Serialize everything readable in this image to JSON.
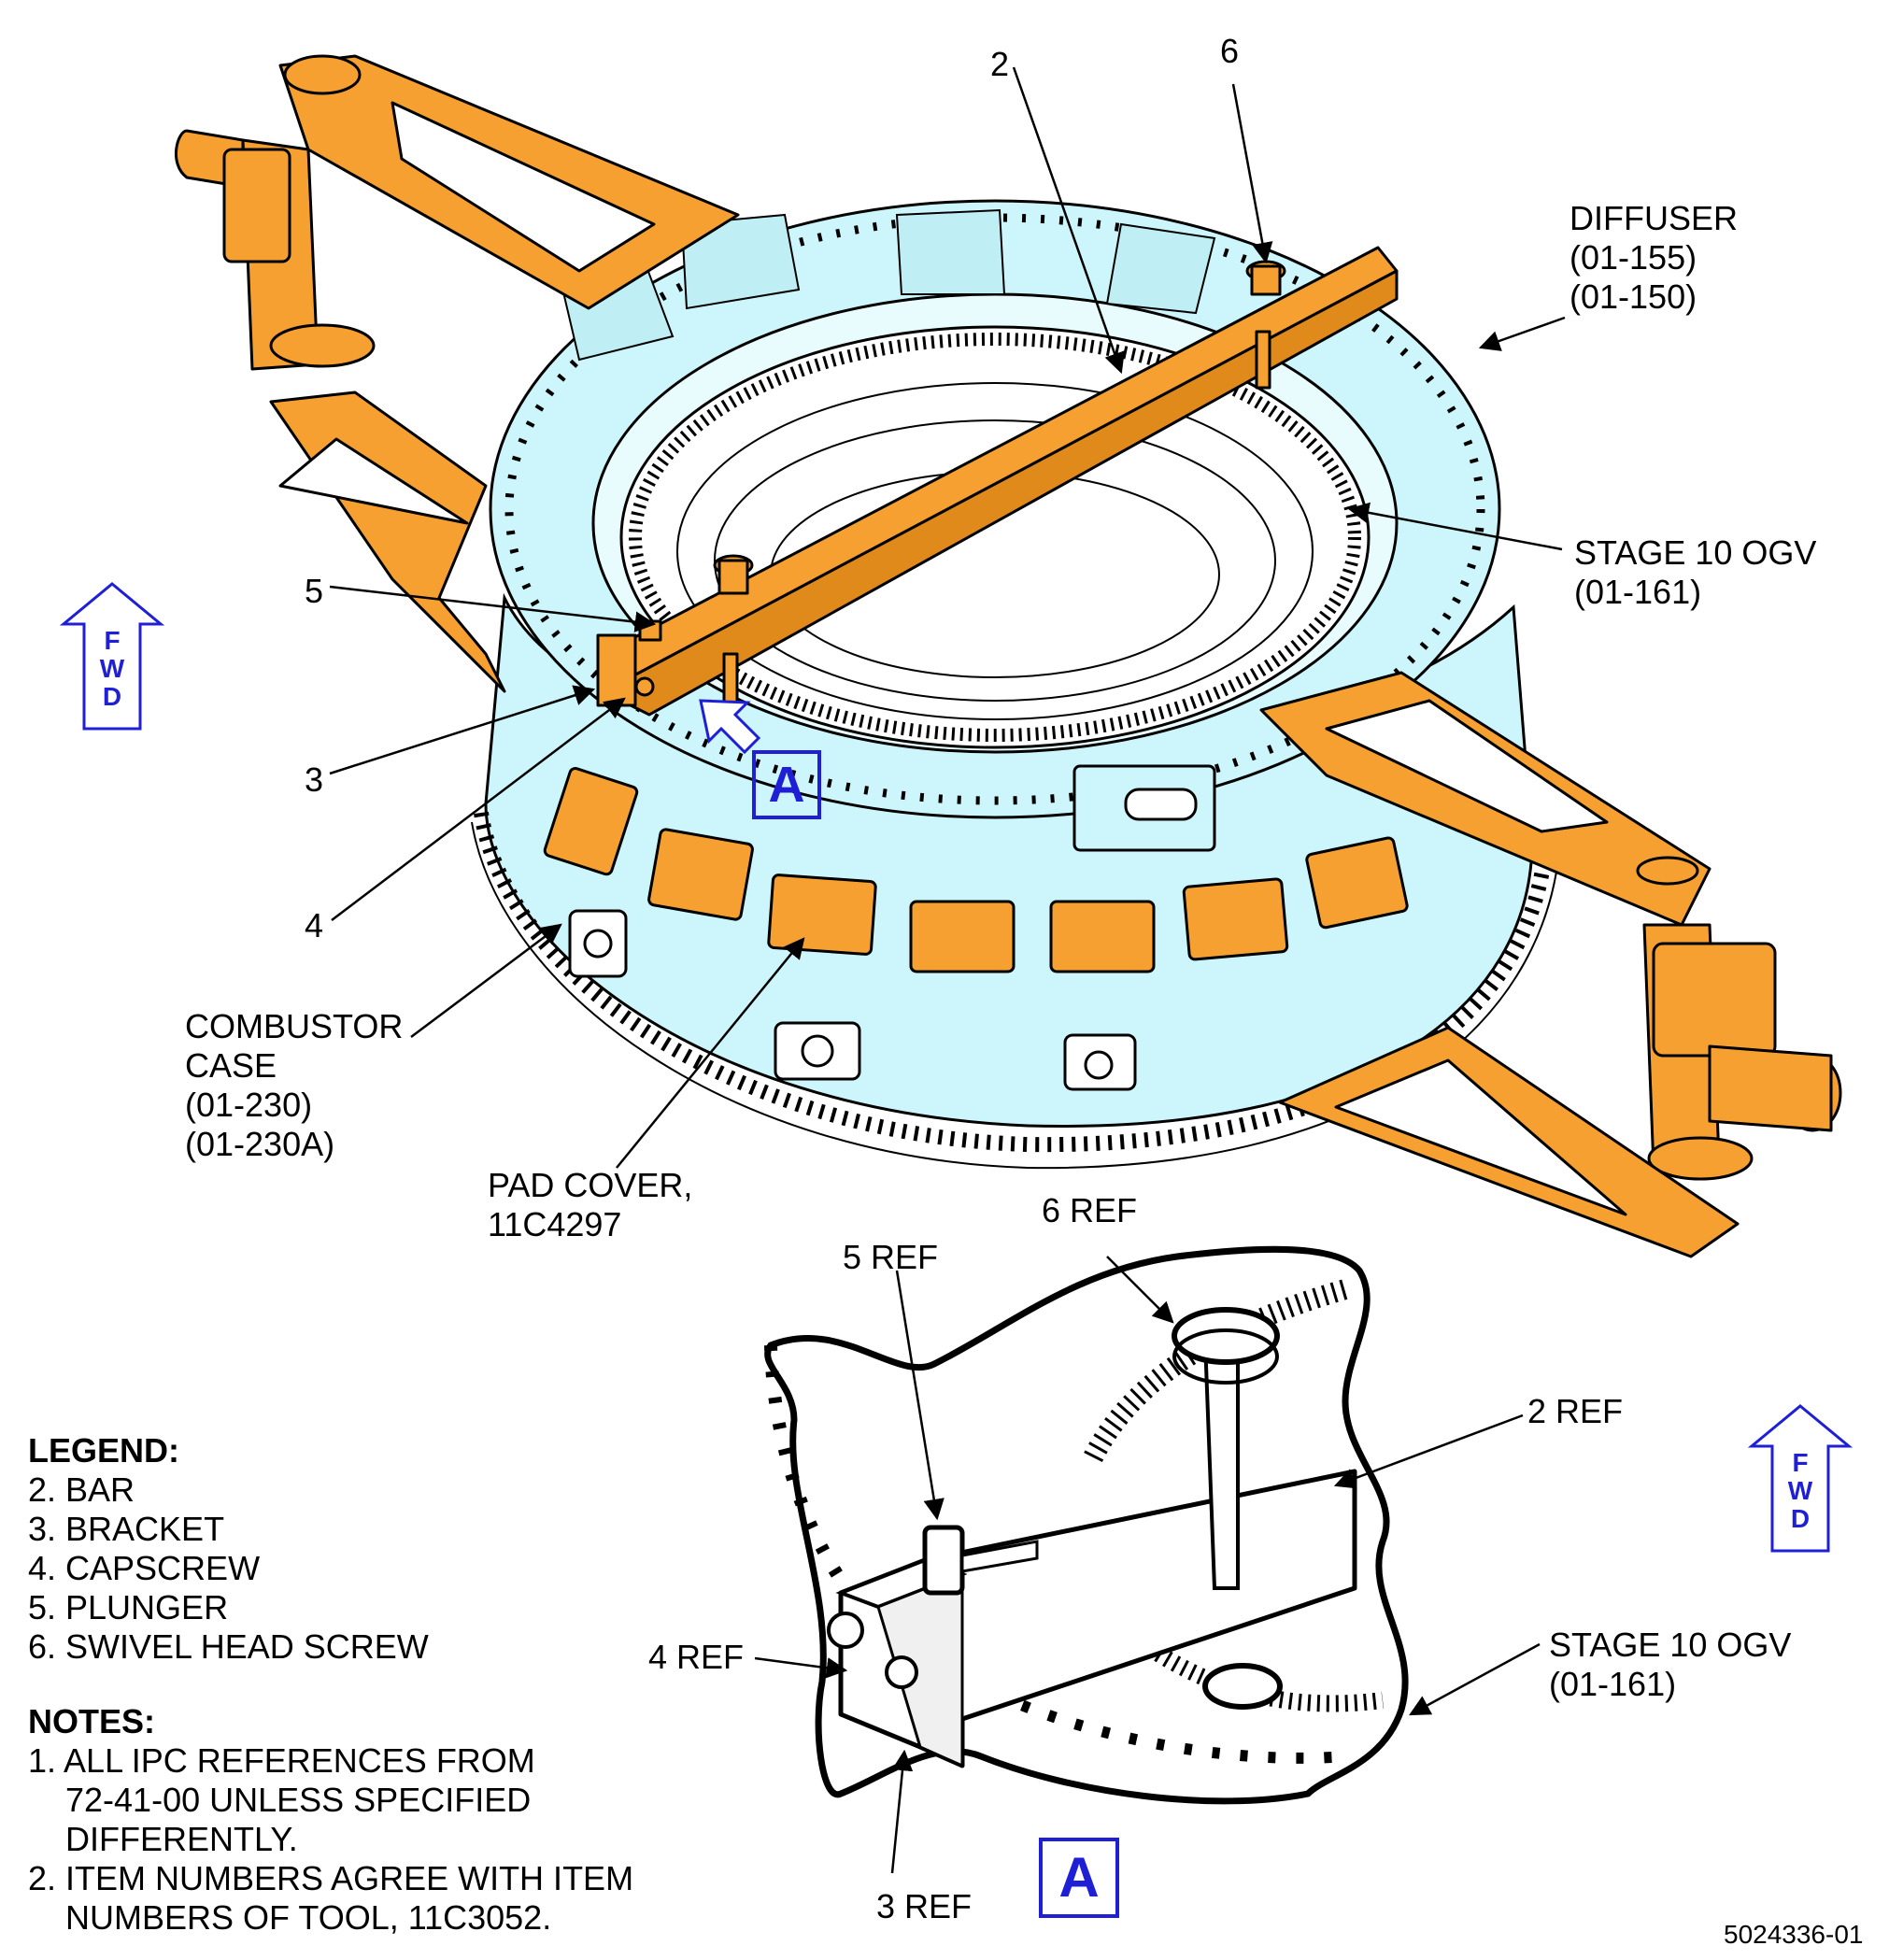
{
  "callouts": {
    "c2": "2",
    "c6": "6",
    "c5": "5",
    "c3": "3",
    "c4": "4",
    "diffuser": [
      "DIFFUSER",
      "(01-155)",
      "(01-150)"
    ],
    "stage10": [
      "STAGE 10 OGV",
      "(01-161)"
    ],
    "combustor": [
      "COMBUSTOR",
      "CASE",
      "(01-230)",
      "(01-230A)"
    ],
    "pad_cover": [
      "PAD COVER,",
      "11C4297"
    ]
  },
  "detail": {
    "view_label": "A",
    "ref6": "6 REF",
    "ref5": "5 REF",
    "ref2": "2 REF",
    "ref4": "4 REF",
    "ref3": "3 REF",
    "stage10": [
      "STAGE 10 OGV",
      "(01-161)"
    ]
  },
  "fwd_letters": [
    "F",
    "W",
    "D"
  ],
  "legend": {
    "title": "LEGEND:",
    "items": [
      "2. BAR",
      "3. BRACKET",
      "4. CAPSCREW",
      "5. PLUNGER",
      "6. SWIVEL HEAD SCREW"
    ]
  },
  "notes": {
    "title": "NOTES:",
    "items": [
      [
        "1. ALL IPC REFERENCES FROM",
        "    72-41-00 UNLESS SPECIFIED",
        "    DIFFERENTLY."
      ],
      [
        "2. ITEM NUMBERS AGREE WITH ITEM",
        "    NUMBERS OF TOOL, 11C3052."
      ]
    ]
  },
  "figure_number": "5024336-01",
  "colors": {
    "tool_orange": "#f5a030",
    "engine_cyan": "#ccf6fb",
    "pointer_blue": "#1f1fd6",
    "line": "#000000"
  }
}
